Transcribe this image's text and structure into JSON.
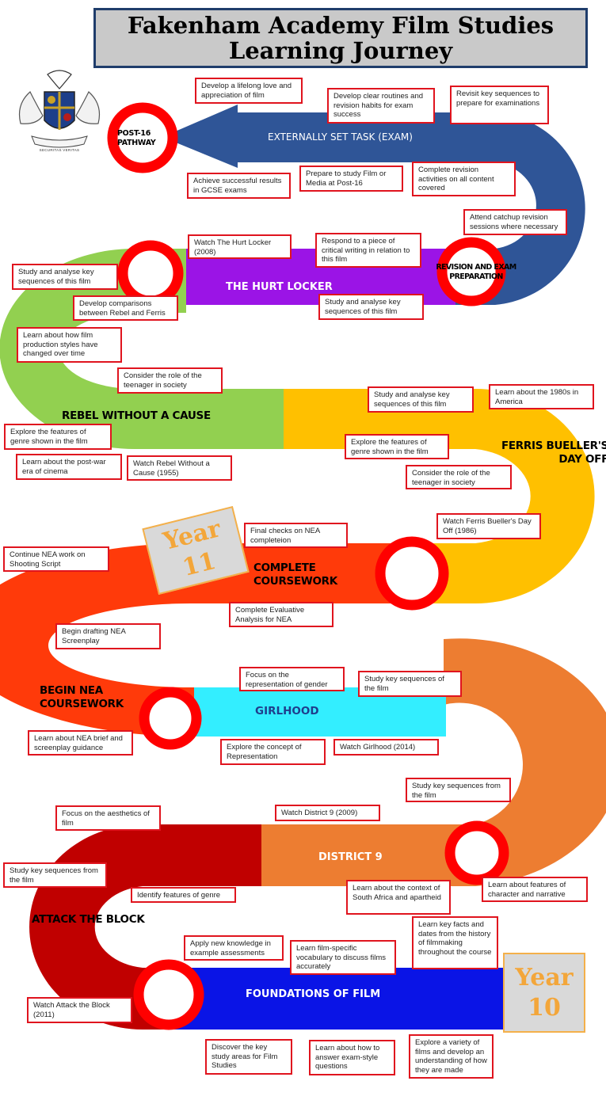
{
  "title": "Fakenham Academy Film Studies Learning Journey",
  "crest": {
    "motto": "SECURITAS VERITAS",
    "icon": "school-crest-icon"
  },
  "year_labels": {
    "year11": {
      "word": "Year",
      "number": "11"
    },
    "year10": {
      "word": "Year",
      "number": "10"
    }
  },
  "stages": {
    "post16": "POST-16 PATHWAY",
    "exam": "EXTERNALLY SET TASK (EXAM)",
    "revision": "REVISION AND EXAM PREPARATION",
    "hurt_locker": "THE HURT LOCKER",
    "rebel": "REBEL WITHOUT A CAUSE",
    "ferris": "FERRIS BUELLER'S DAY OFF",
    "complete_coursework": "COMPLETE COURSEWORK",
    "begin_nea": "BEGIN NEA COURSEWORK",
    "girlhood": "GIRLHOOD",
    "district9": "DISTRICT 9",
    "attack": "ATTACK THE BLOCK",
    "foundations": "FOUNDATIONS OF FILM"
  },
  "boxes": {
    "lifelong_love": "Develop a lifelong love and appreciation of film",
    "routines": "Develop clear routines and revision habits for exam success",
    "revisit_sequences": "Revisit key sequences to prepare for examinations",
    "gcse_results": "Achieve successful results in GCSE exams",
    "prepare_post16": "Prepare to study Film or Media at Post-16",
    "complete_revision": "Complete revision activities on all content covered",
    "catchup": "Attend catchup revision sessions where necessary",
    "watch_hurt_locker": "Watch The Hurt Locker (2008)",
    "respond_writing": "Respond to a piece of critical writing in relation to this film",
    "study_sequences_hl": "Study and analyse key sequences of this film",
    "study_sequences_rebel": "Study and analyse key sequences of this film",
    "comparisons": "Develop comparisons between Rebel and Ferris",
    "production_styles": "Learn about how film production styles have changed over time",
    "teenager_rebel": "Consider the role of the teenager in society",
    "study_sequences_ferris": "Study and analyse key sequences of this film",
    "learn_1980s": "Learn about the 1980s in America",
    "genre_rebel": "Explore the features of genre shown in the film",
    "genre_ferris": "Explore the features of genre shown in the film",
    "post_war": "Learn about the post-war era of cinema",
    "watch_rebel": "Watch Rebel Without a Cause (1955)",
    "teenager_ferris": "Consider the role of the teenager in society",
    "watch_ferris": "Watch Ferris Bueller's Day Off (1986)",
    "final_checks": "Final checks on NEA completeion",
    "continue_nea": "Continue NEA work on Shooting Script",
    "evaluative": "Complete Evaluative Analysis for NEA",
    "drafting": "Begin drafting NEA Screenplay",
    "gender": "Focus on the representation of gender",
    "study_girlhood": "Study key sequences of the film",
    "nea_brief": "Learn about NEA brief and screenplay guidance",
    "representation": "Explore the concept of Representation",
    "watch_girlhood": "Watch Girlhood (2014)",
    "study_d9": "Study key sequences from the film",
    "aesthetics": "Focus on the aesthetics of film",
    "watch_d9": "Watch District 9 (2009)",
    "study_attack": "Study key sequences from the film",
    "genre_features": "Identify features of genre",
    "south_africa": "Learn about the context of South Africa and apartheid",
    "character": "Learn about features of character and narrative",
    "key_facts": "Learn key facts and dates from the history of filmmaking throughout the course",
    "apply_knowledge": "Apply new knowledge in example assessments",
    "vocabulary": "Learn film-specific vocabulary to discuss films accurately",
    "watch_attack": "Watch Attack the Block (2011)",
    "discover": "Discover the key study areas for Film Studies",
    "answer_exam": "Learn about how to answer exam-style questions",
    "explore_films": "Explore a variety of films and develop an understanding of how they are made"
  },
  "colors": {
    "navy": "#2f5597",
    "purple": "#9b14e6",
    "green": "#92d050",
    "gold": "#ffc000",
    "red_orange": "#ff3a0a",
    "cyan": "#33eeff",
    "orange": "#ed7d31",
    "dark_red": "#c00000",
    "blue": "#0a14e6",
    "ring": "#ff0000"
  }
}
